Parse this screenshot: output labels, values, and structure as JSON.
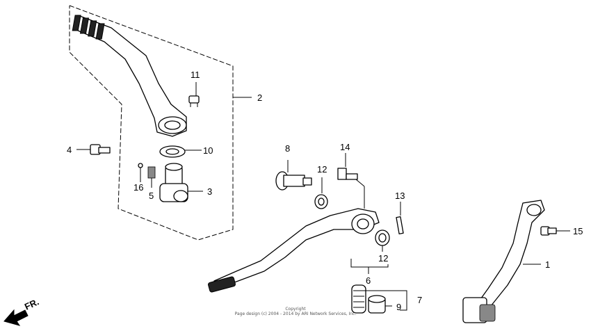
{
  "callouts": {
    "c1": "1",
    "c2": "2",
    "c3": "3",
    "c4": "4",
    "c5": "5",
    "c6": "6",
    "c7": "7",
    "c8": "8",
    "c9": "9",
    "c10": "10",
    "c11": "11",
    "c12a": "12",
    "c12b": "12",
    "c13": "13",
    "c14": "14",
    "c15": "15",
    "c16": "16"
  },
  "direction_label": "FR.",
  "copyright": {
    "line1": "Copyright",
    "line2": "Page design (c) 2004 - 2014 by ARI Network Services, Inc."
  }
}
